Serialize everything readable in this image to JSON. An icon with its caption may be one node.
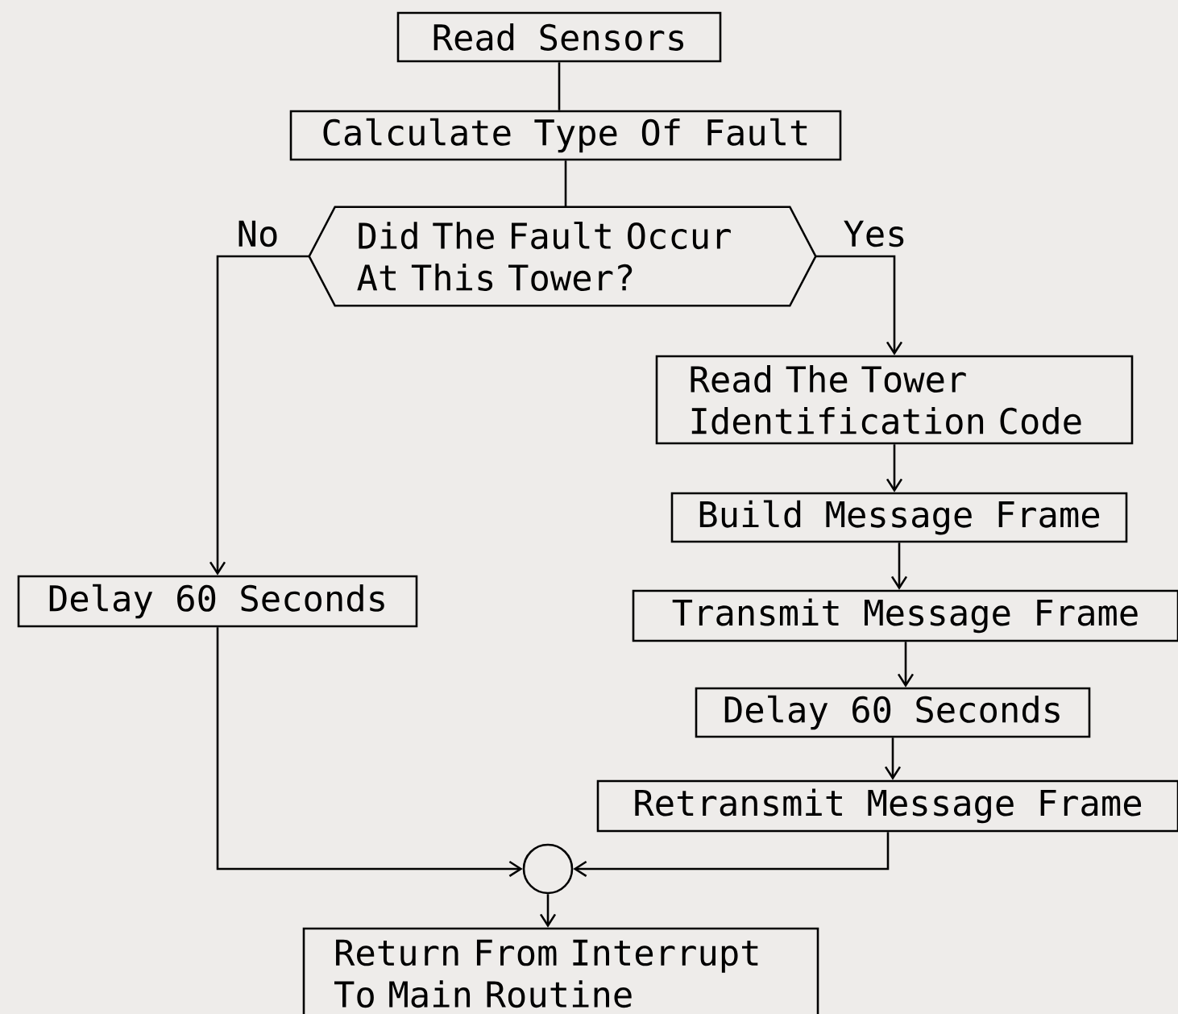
{
  "diagram": {
    "nodes": [
      {
        "text": [
          "Read Sensors"
        ]
      },
      {
        "text": [
          "Calculate Type Of Fault"
        ]
      },
      {
        "text": [
          "Did The Fault Occur At This Tower?"
        ]
      },
      {
        "text": [
          "Delay 60 Seconds"
        ]
      },
      {
        "text": [
          "Read The Tower Identification Code"
        ]
      },
      {
        "text": [
          "Build Message Frame"
        ]
      },
      {
        "text": [
          "Transmit Message Frame"
        ]
      },
      {
        "text": [
          "Delay 60 Seconds"
        ]
      },
      {
        "text": [
          "Retransmit Message Frame"
        ]
      },
      {
        "text": [],
        "shape": "circle"
      },
      {
        "text": [
          "Return From Interrupt To Main Routine"
        ]
      }
    ],
    "edges": [
      {
        "from": 0,
        "to": 1,
        "arrow": "none"
      },
      {
        "from": 1,
        "to": 2,
        "arrow": "none"
      },
      {
        "from": 2,
        "to": 3,
        "arrow": "to",
        "label": "No"
      },
      {
        "from": 2,
        "to": 4,
        "arrow": "to",
        "label": "Yes"
      },
      {
        "from": 4,
        "to": 5,
        "arrow": "to"
      },
      {
        "from": 5,
        "to": 6,
        "arrow": "to"
      },
      {
        "from": 6,
        "to": 7,
        "arrow": "to"
      },
      {
        "from": 7,
        "to": 8,
        "arrow": "to"
      },
      {
        "from": 3,
        "to": 9,
        "arrow": "to"
      },
      {
        "from": 8,
        "to": 9,
        "arrow": "to"
      },
      {
        "from": 9,
        "to": 10,
        "arrow": "to"
      }
    ]
  }
}
